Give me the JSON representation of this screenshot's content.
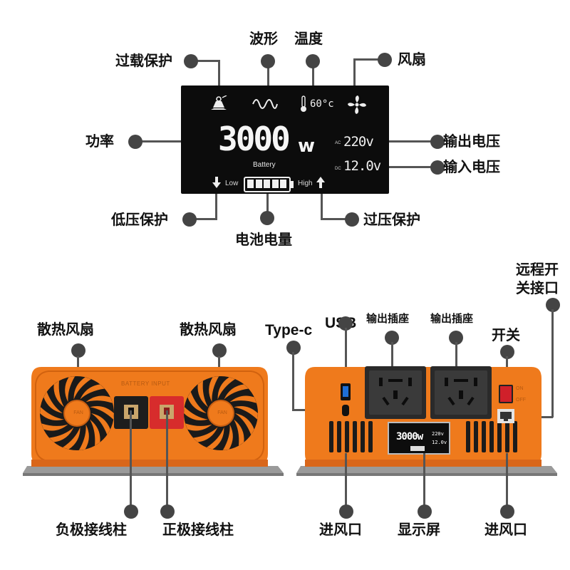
{
  "lcd_diagram": {
    "labels": {
      "overload": "过载保护",
      "waveform": "波形",
      "temperature": "温度",
      "fan": "风扇",
      "power": "功率",
      "output_voltage": "输出电压",
      "input_voltage": "输入电压",
      "low_voltage": "低压保护",
      "battery_level": "电池电量",
      "over_voltage": "过压保护"
    },
    "screen": {
      "power_value": "3000",
      "power_unit": "w",
      "battery_caption": "Battery",
      "temperature": "60°c",
      "ac_tag": "AC",
      "ac_voltage": "220v",
      "dc_tag": "DC",
      "dc_voltage": "12.0v",
      "low": "Low",
      "high": "High",
      "battery_bars": 5
    }
  },
  "front_panel": {
    "fan_left": "散热风扇",
    "fan_right": "散热风扇",
    "negative_terminal": "负极接线柱",
    "positive_terminal": "正极接线柱",
    "battery_input": "BATTERY INPUT",
    "fan_hub_text": "FAN"
  },
  "rear_panel": {
    "usb": "USB",
    "type_c": "Type-c",
    "outlet_1": "输出插座",
    "outlet_2": "输出插座",
    "remote_switch": [
      "远程开",
      "关接口"
    ],
    "power_switch": "开关",
    "air_inlet_left": "进风口",
    "display": "显示屏",
    "air_inlet_right": "进风口",
    "switch_on": "ON",
    "switch_off": "OFF",
    "mini_power": "3000w",
    "mini_ac": "220v",
    "mini_dc": "12.0v"
  },
  "colors": {
    "body_orange": "#ef7a1c",
    "lcd_black": "#0c0c0c",
    "callout_gray": "#444444"
  }
}
